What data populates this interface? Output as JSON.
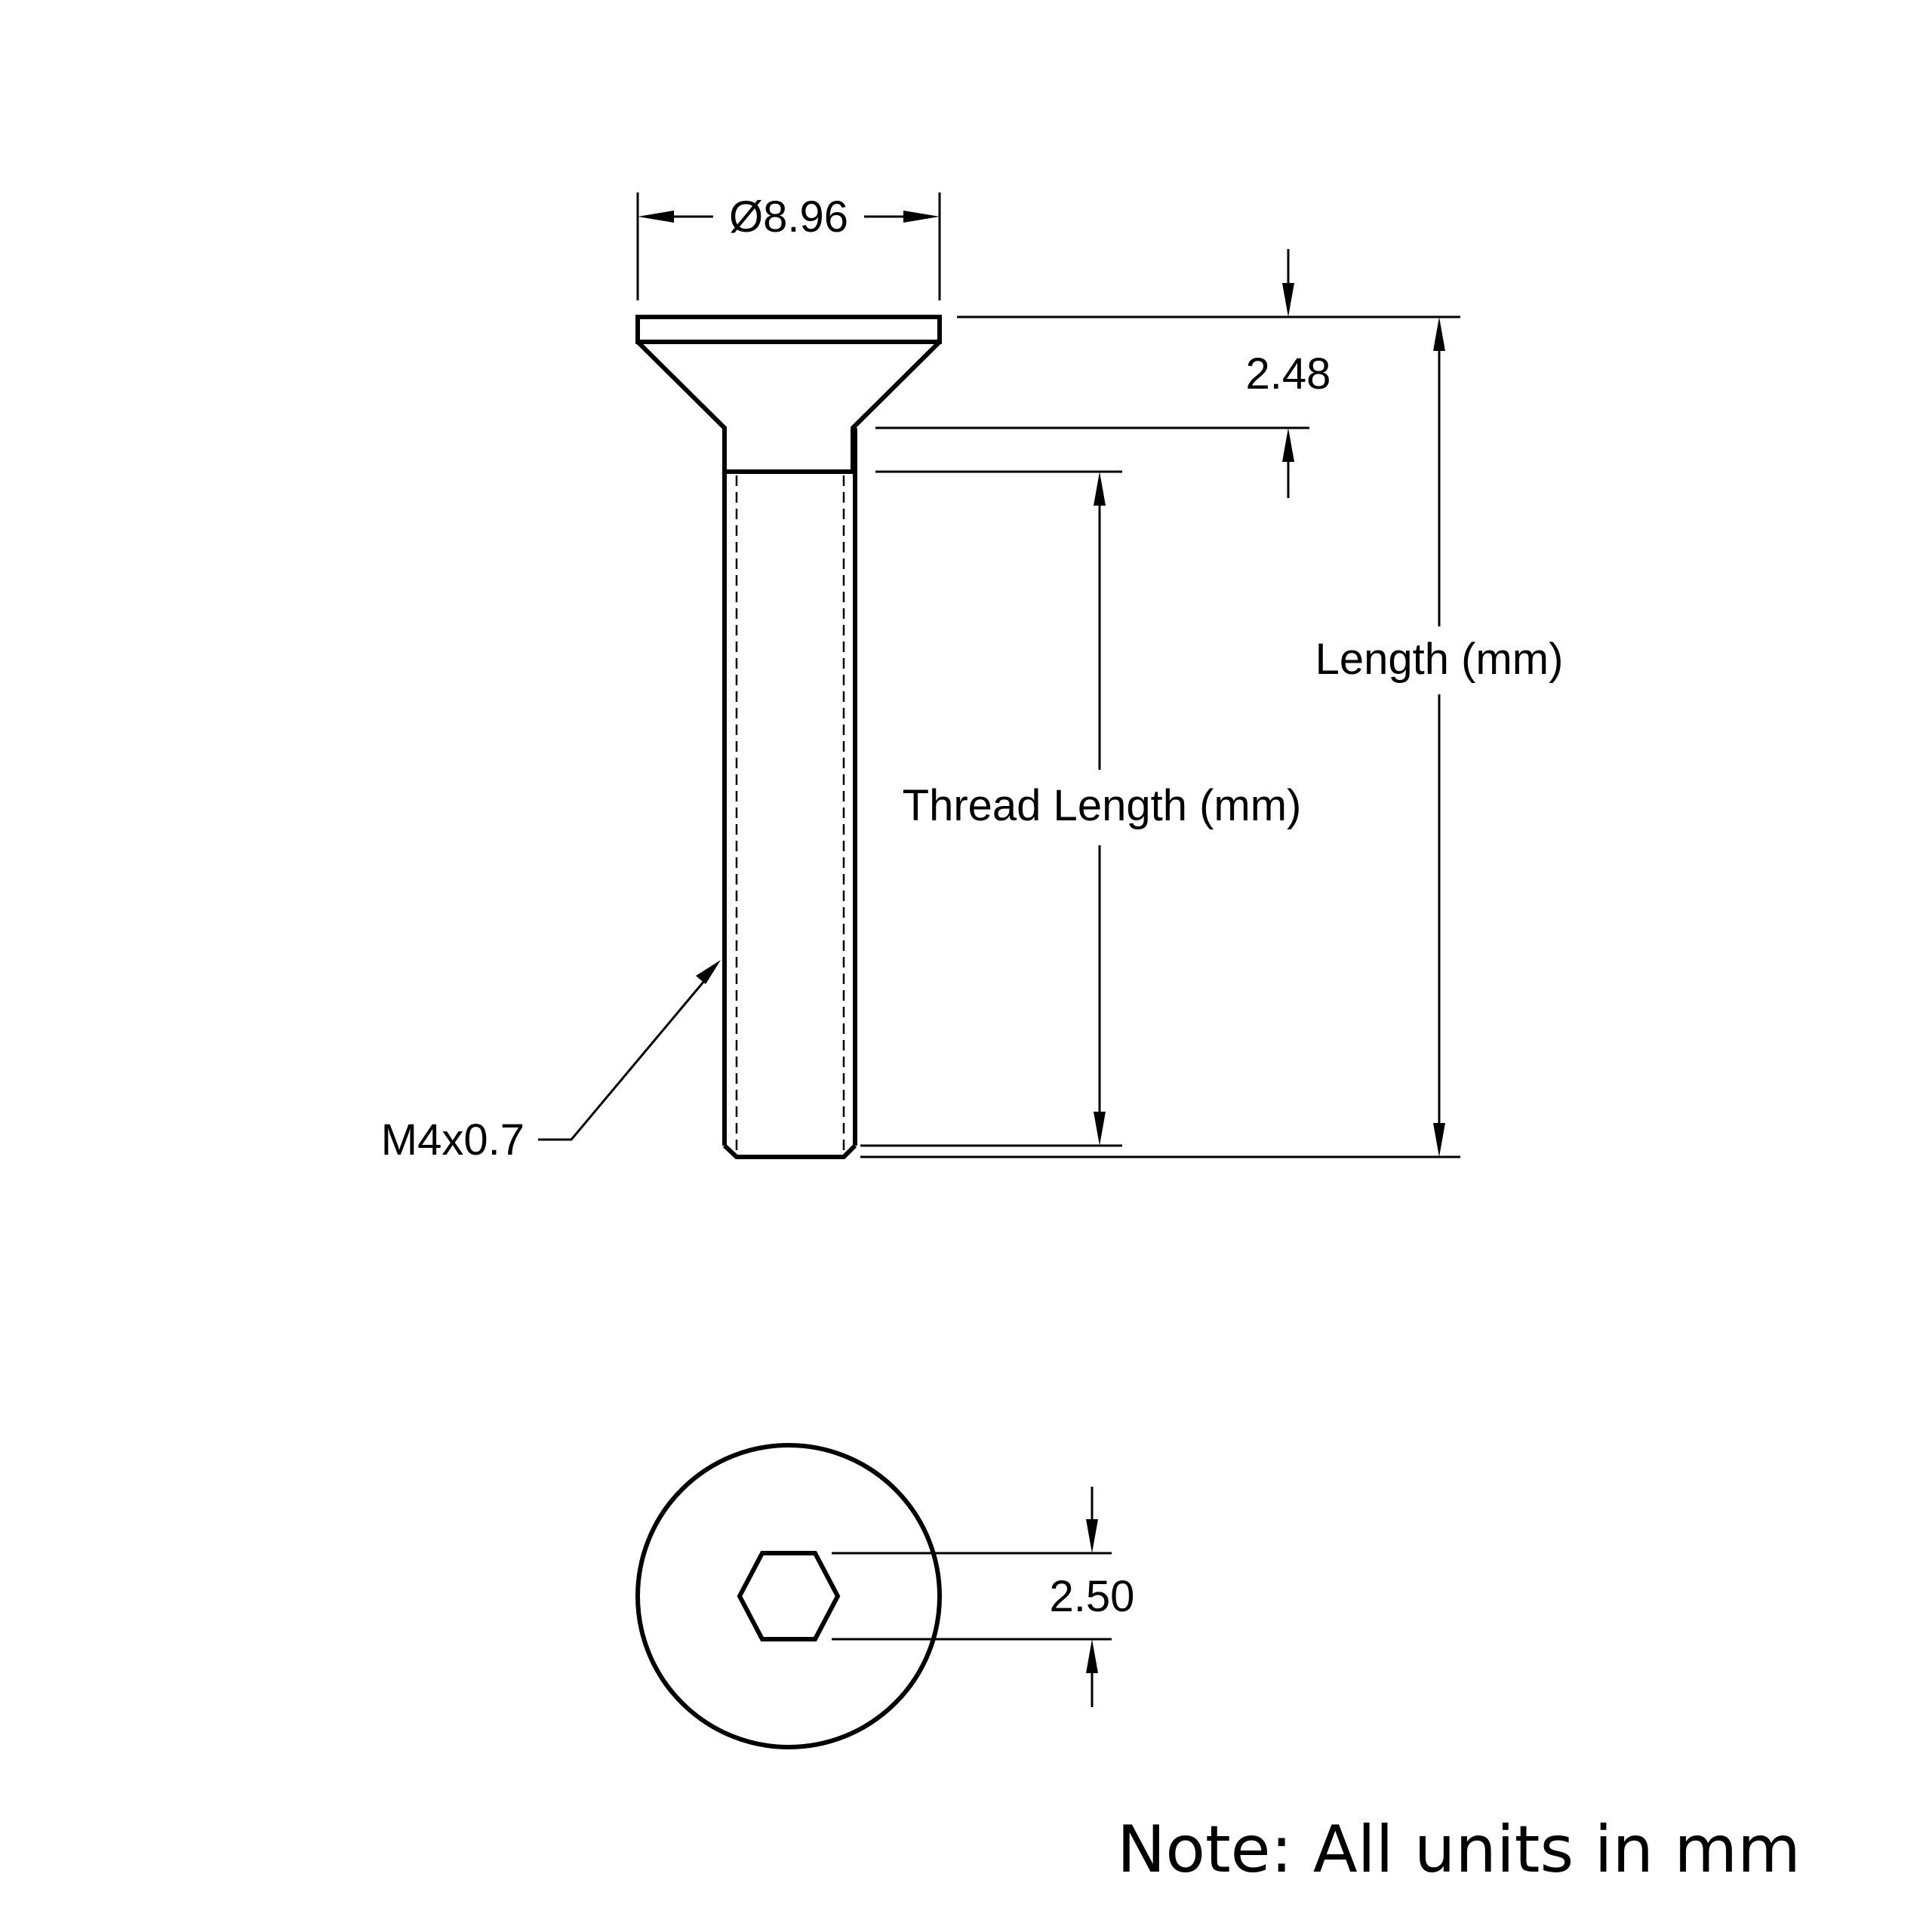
{
  "labels": {
    "head_diameter": "Ø8.96",
    "head_height": "2.48",
    "total_length": "Length (mm)",
    "thread_length": "Thread Length (mm)",
    "thread_spec": "M4x0.7",
    "hex_size": "2.50",
    "note": "Note: All units in mm"
  },
  "colors": {
    "line": "#000000",
    "background": "#ffffff"
  }
}
